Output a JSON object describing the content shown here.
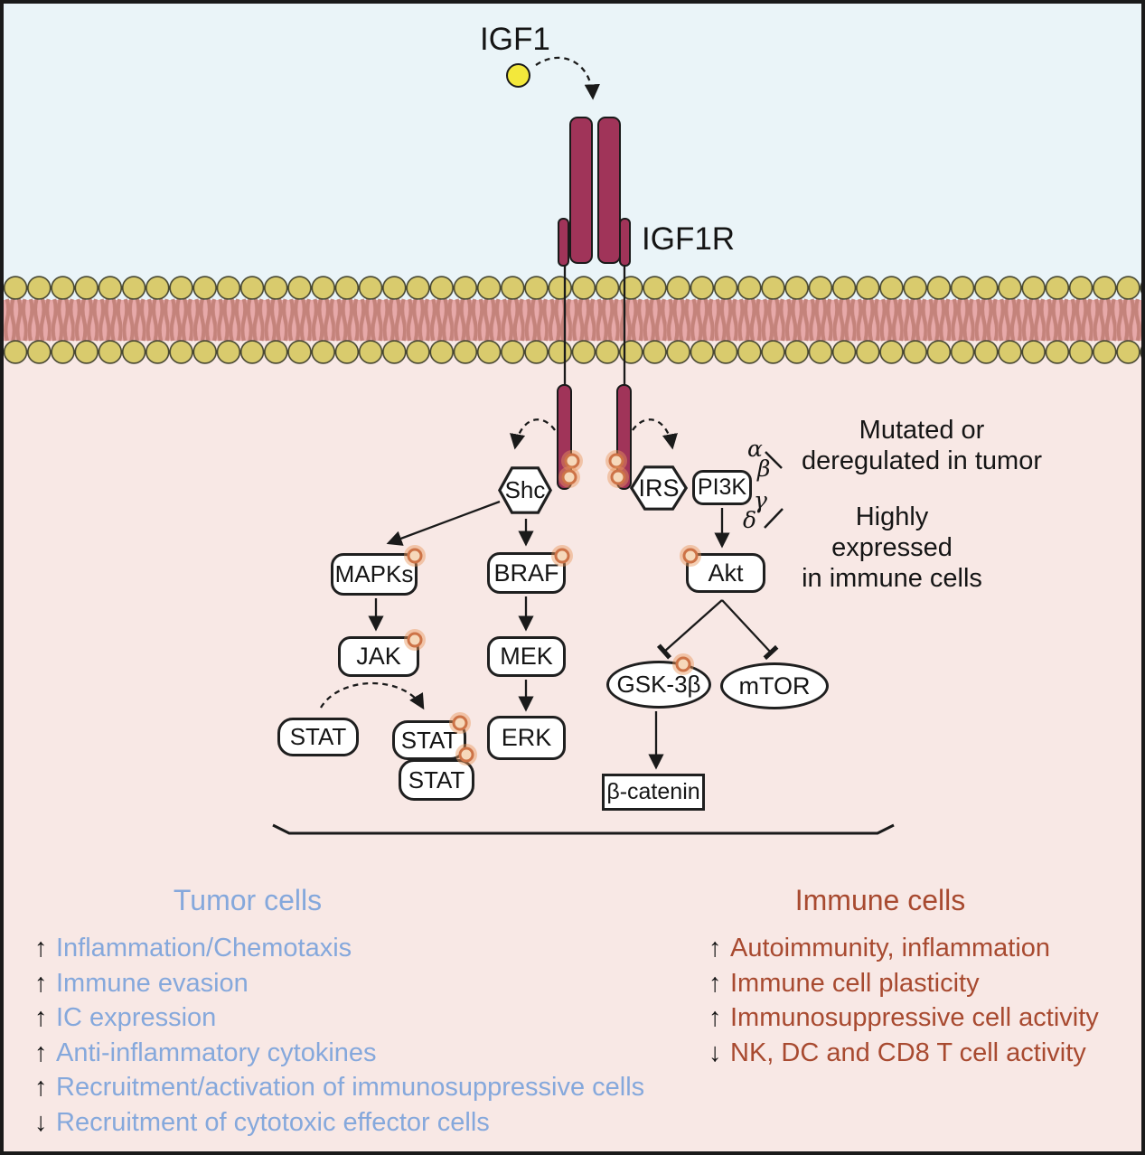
{
  "ligand": {
    "label": "IGF1"
  },
  "receptor": {
    "label": "IGF1R"
  },
  "isoforms": {
    "alpha": "α",
    "beta": "β",
    "gamma": "γ",
    "delta": "δ"
  },
  "annotations": {
    "tumor_line1": "Mutated or",
    "tumor_line2": "deregulated in tumor",
    "immune_line1": "Highly expressed",
    "immune_line2": "in immune cells"
  },
  "nodes": {
    "shc": "Shc",
    "irs": "IRS",
    "pi3k": "PI3K",
    "mapks": "MAPKs",
    "braf": "BRAF",
    "jak": "JAK",
    "mek": "MEK",
    "erk": "ERK",
    "stat_free": "STAT",
    "stat_dimer_top": "STAT",
    "stat_dimer_bottom": "STAT",
    "akt": "Akt",
    "gsk3b": "GSK-3β",
    "mtor": "mTOR",
    "bcatenin": "β-catenin"
  },
  "tumor": {
    "title": "Tumor cells",
    "items": [
      {
        "arrow": "↑",
        "text": "Inflammation/Chemotaxis"
      },
      {
        "arrow": "↑",
        "text": "Immune evasion"
      },
      {
        "arrow": "↑",
        "text": "IC expression"
      },
      {
        "arrow": "↑",
        "text": "Anti-inflammatory cytokines"
      },
      {
        "arrow": "↑",
        "text": "Recruitment/activation of immunosuppressive cells"
      },
      {
        "arrow": "↓",
        "text": "Recruitment of cytotoxic effector cells"
      }
    ]
  },
  "immune": {
    "title": "Immune cells",
    "items": [
      {
        "arrow": "↑",
        "text": "Autoimmunity, inflammation"
      },
      {
        "arrow": "↑",
        "text": "Immune cell plasticity"
      },
      {
        "arrow": "↑",
        "text": "Immunosuppressive cell activity"
      },
      {
        "arrow": "↓",
        "text": "NK, DC and CD8 T cell activity"
      }
    ]
  },
  "colors": {
    "extracellular_bg": "#eaf4f8",
    "intracellular_bg": "#f8e8e5",
    "membrane_head": "#d9cb6d",
    "membrane_tail_bg": "#e7a9a9",
    "receptor": "#a03459",
    "ligand": "#f3e83b",
    "tumor_text": "#85a8dc",
    "immune_text": "#a84a30",
    "phospho_ring": "#cd7347",
    "line": "#1a1a1a"
  }
}
